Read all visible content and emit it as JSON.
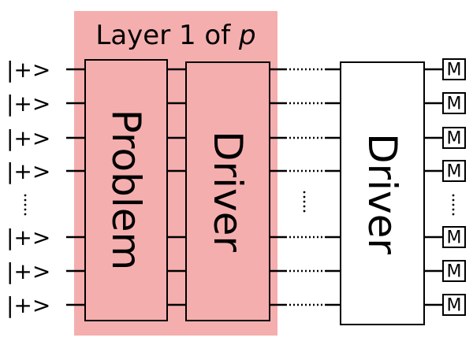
{
  "layer_label": {
    "prefix": "Layer 1 of ",
    "variable": "p"
  },
  "input_label": "|+>",
  "input_count_top": 4,
  "input_count_bottom": 3,
  "problem_block_label": "Problem",
  "driver_block_label": "Driver",
  "final_driver_block_label": "Driver",
  "measurement_label": "M",
  "colors": {
    "layer_fill": "#f5aeae",
    "block_fill_layer": "#f5aeae",
    "block_fill_final": "#ffffff",
    "stroke": "#000000",
    "text": "#000000"
  }
}
